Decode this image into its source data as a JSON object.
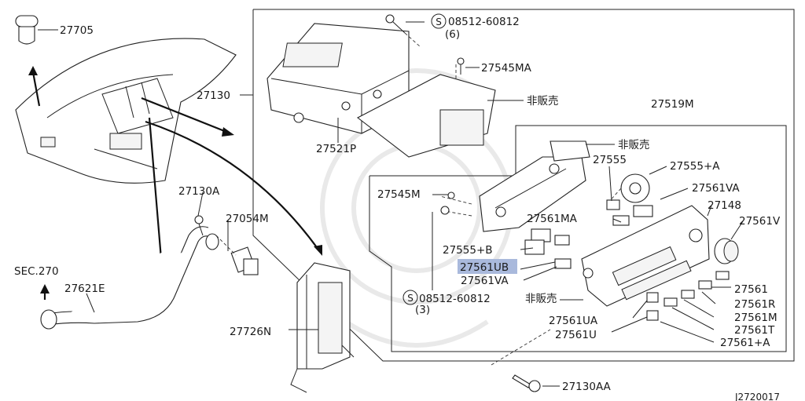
{
  "labels": {
    "p27705": "27705",
    "p27130": "27130",
    "s08512_top": "08512-60812",
    "s08512_top_qty": "(6)",
    "p27545MA": "27545MA",
    "hibaibai_top": "非販売",
    "p27521P": "27521P",
    "p27519M": "27519M",
    "hibaibai_mid": "非販売",
    "p27555": "27555",
    "p27555A": "27555+A",
    "p27561VA_top": "27561VA",
    "p27545M": "27545M",
    "p27561MA": "27561MA",
    "p27148": "27148",
    "p27561V": "27561V",
    "p27130A": "27130A",
    "p27054M": "27054M",
    "p27555B": "27555+B",
    "p27561UB": "27561UB",
    "p27561VA_bot": "27561VA",
    "sec270": "SEC.270",
    "p27621E": "27621E",
    "s08512_bot": "08512-60812",
    "s08512_bot_qty": "(3)",
    "hibaibai_bot": "非販売",
    "p27561": "27561",
    "p27561R": "27561R",
    "p27561M": "27561M",
    "p27561UA": "27561UA",
    "p27561T": "27561T",
    "p27561U": "27561U",
    "p27561A": "27561+A",
    "p27726N": "27726N",
    "p27130AA": "27130AA",
    "drawing_code": "J2720017",
    "s_mark": "S"
  },
  "colors": {
    "highlight": "#a9b9dc",
    "ink": "#1a1a1a"
  },
  "highlighted_part": "27561UB"
}
